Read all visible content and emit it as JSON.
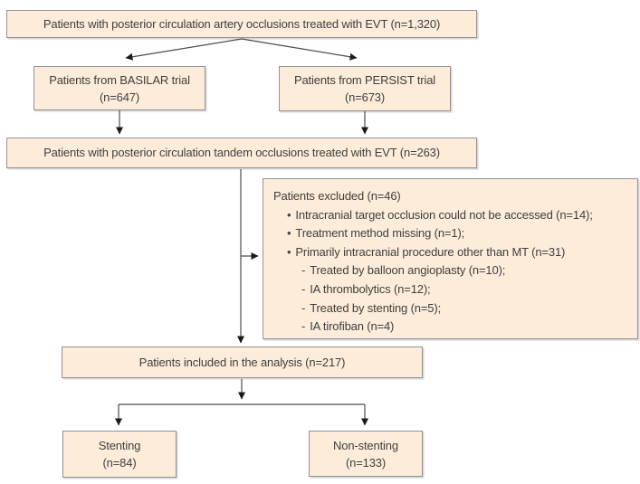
{
  "figure": {
    "type": "study-flow-diagram",
    "title_box": "Patients with posterior circulation artery occlusions treated with EVT (n=1,320)"
  },
  "palette": {
    "box_fill": "#fcecd9",
    "box_border": "#919397",
    "text": "#3f3f41",
    "connector_line": "#4d4d4d",
    "arrowhead": "#1a1a1a",
    "background": "#ffffff"
  },
  "boxes": {
    "top": {
      "text": "Patients with posterior circulation artery occlusions treated with EVT (n=1,320)"
    },
    "basilar": {
      "line1": "Patients from BASILAR trial",
      "line2": "(n=647)"
    },
    "persist": {
      "line1": "Patients from PERSIST trial",
      "line2": "(n=673)"
    },
    "tandem": {
      "text": "Patients with posterior circulation tandem occlusions treated with EVT (n=263)"
    },
    "excluded": {
      "title": "Patients excluded (n=46)",
      "items": [
        {
          "level": 1,
          "text": "Intracranial target occlusion could not be accessed (n=14);"
        },
        {
          "level": 1,
          "text": "Treatment method missing (n=1);"
        },
        {
          "level": 1,
          "text": "Primarily intracranial procedure other than MT (n=31)"
        },
        {
          "level": 2,
          "text": "Treated by balloon angioplasty (n=10);"
        },
        {
          "level": 2,
          "text": "IA thrombolytics (n=12);"
        },
        {
          "level": 2,
          "text": "Treated by stenting (n=5);"
        },
        {
          "level": 2,
          "text": "IA tirofiban (n=4)"
        }
      ]
    },
    "included": {
      "text": "Patients included in the analysis (n=217)"
    },
    "stenting": {
      "line1": "Stenting",
      "line2": "(n=84)"
    },
    "non_stenting": {
      "line1": "Non-stenting",
      "line2": "(n=133)"
    }
  },
  "counts": {
    "total_evt": 1320,
    "basilar": 647,
    "persist": 673,
    "tandem": 263,
    "excluded": 46,
    "not_accessed": 14,
    "method_missing": 1,
    "other_than_mt": 31,
    "balloon_angioplasty": 10,
    "ia_thrombolytics": 12,
    "treated_by_stenting": 5,
    "ia_tirofiban": 4,
    "included": 217,
    "stenting": 84,
    "non_stenting": 133
  },
  "markers": {
    "bullet": "•",
    "dash": "-"
  }
}
